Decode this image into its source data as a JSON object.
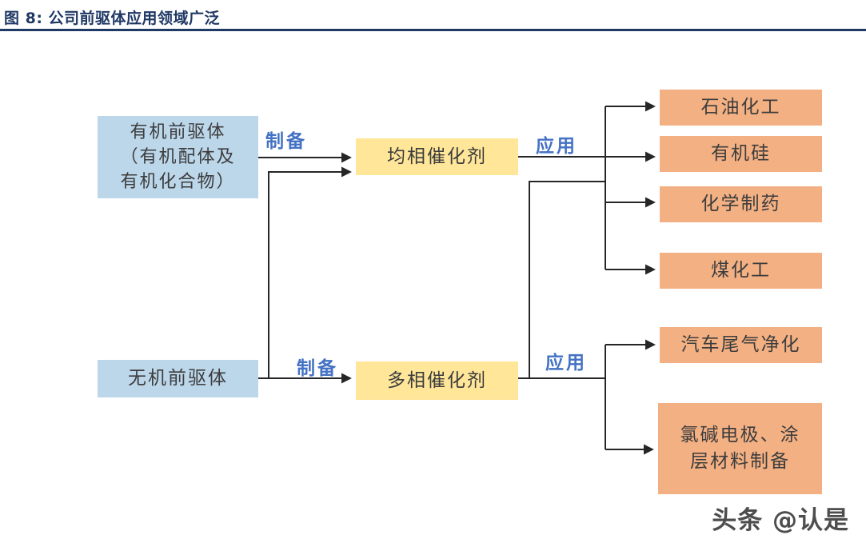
{
  "figure": {
    "title": "图 8: 公司前驱体应用领域广泛"
  },
  "diagram": {
    "precursor_boxes": [
      {
        "id": "organic",
        "label": "有机前驱体\n（有机配体及\n有机化合物）"
      },
      {
        "id": "inorganic",
        "label": "无机前驱体"
      }
    ],
    "catalyst_boxes": [
      {
        "id": "homogeneous",
        "label": "均相催化剂"
      },
      {
        "id": "heterogeneous",
        "label": "多相催化剂"
      }
    ],
    "application_boxes": [
      {
        "label": "石油化工"
      },
      {
        "label": "有机硅"
      },
      {
        "label": "化学制药"
      },
      {
        "label": "煤化工"
      },
      {
        "label": "汽车尾气净化"
      },
      {
        "label": "氯碱电极、涂\n层材料制备"
      }
    ],
    "edge_labels": {
      "prepare_top": "制备",
      "prepare_bottom": "制备",
      "apply_top": "应用",
      "apply_bottom": "应用"
    },
    "colors": {
      "precursor_fill": "#BCD6EA",
      "catalyst_fill": "#FFE699",
      "application_fill": "#F3B083",
      "edge_label_text": "#4472C4",
      "line": "#262626",
      "box_text": "#3D3D3D",
      "title_text": "#1F3864",
      "watermark_text": "#4D4D4D"
    }
  },
  "watermark": {
    "text": "头条 @认是"
  }
}
